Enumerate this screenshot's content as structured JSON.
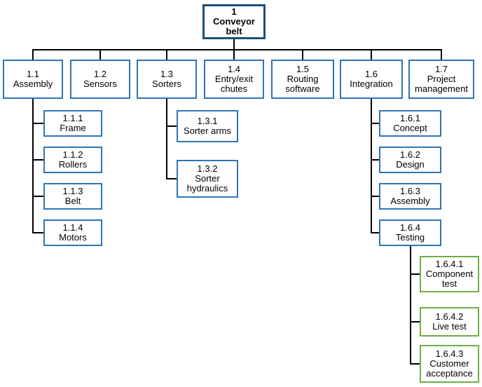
{
  "wbs": {
    "colors": {
      "root_border": "#1f4e79",
      "branch_border": "#2e75b6",
      "leaf_border": "#70ad47",
      "connector": "#000000"
    },
    "root": {
      "id": "1",
      "label": "Conveyor belt"
    },
    "branches": [
      {
        "id": "1.1",
        "label": "Assembly",
        "children": [
          {
            "id": "1.1.1",
            "label": "Frame"
          },
          {
            "id": "1.1.2",
            "label": "Rollers"
          },
          {
            "id": "1.1.3",
            "label": "Belt"
          },
          {
            "id": "1.1.4",
            "label": "Motors"
          }
        ]
      },
      {
        "id": "1.2",
        "label": "Sensors",
        "children": []
      },
      {
        "id": "1.3",
        "label": "Sorters",
        "children": [
          {
            "id": "1.3.1",
            "label": "Sorter arms"
          },
          {
            "id": "1.3.2",
            "label": "Sorter hydraulics"
          }
        ]
      },
      {
        "id": "1.4",
        "label": "Entry/exit chutes",
        "children": []
      },
      {
        "id": "1.5",
        "label": "Routing software",
        "children": []
      },
      {
        "id": "1.6",
        "label": "Integration",
        "children": [
          {
            "id": "1.6.1",
            "label": "Concept"
          },
          {
            "id": "1.6.2",
            "label": "Design"
          },
          {
            "id": "1.6.3",
            "label": "Assembly"
          },
          {
            "id": "1.6.4",
            "label": "Testing",
            "children": [
              {
                "id": "1.6.4.1",
                "label": "Component test"
              },
              {
                "id": "1.6.4.2",
                "label": "Live test"
              },
              {
                "id": "1.6.4.3",
                "label": "Customer acceptance"
              }
            ]
          }
        ]
      },
      {
        "id": "1.7",
        "label": "Project management",
        "children": []
      }
    ]
  }
}
